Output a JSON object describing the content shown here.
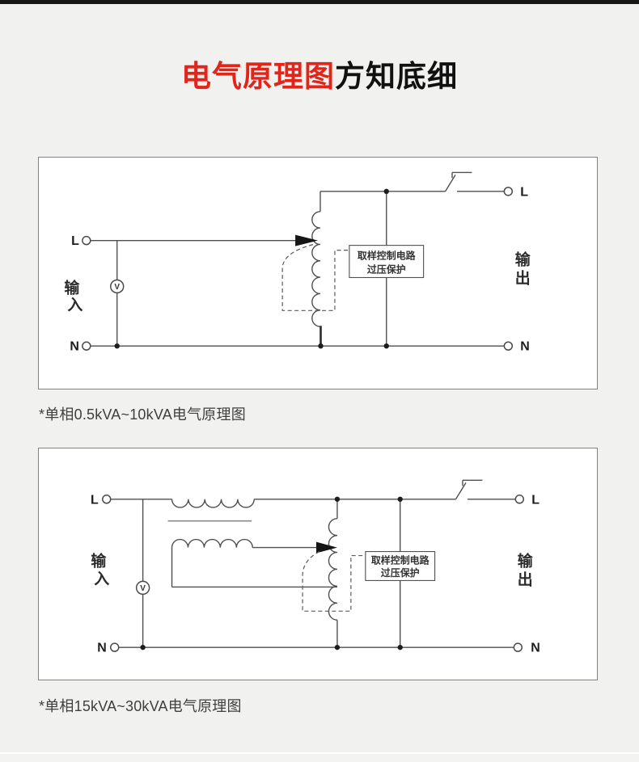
{
  "page": {
    "background_color": "#f1f1ef",
    "top_bar_color": "#161616",
    "title": {
      "highlight": "电气原理图",
      "rest": "方知底细",
      "highlight_color": "#e1251b",
      "rest_color": "#111111"
    }
  },
  "diagrams": [
    {
      "caption": "*单相0.5kVA~10kVA电气原理图",
      "input_title_char1": "输",
      "input_title_char2": "入",
      "output_title_char1": "输",
      "output_title_char2": "出",
      "terminal_in_l": "L",
      "terminal_in_n": "N",
      "terminal_out_l": "L",
      "terminal_out_n": "N",
      "voltmeter_symbol": "V",
      "control_box_line1": "取样控制电路",
      "control_box_line2": "过压保护"
    },
    {
      "caption": "*单相15kVA~30kVA电气原理图",
      "input_title_char1": "输",
      "input_title_char2": "入",
      "output_title_char1": "输",
      "output_title_char2": "出",
      "terminal_in_l": "L",
      "terminal_in_n": "N",
      "terminal_out_l": "L",
      "terminal_out_n": "N",
      "voltmeter_symbol": "V",
      "control_box_line1": "取样控制电路",
      "control_box_line2": "过压保护"
    }
  ]
}
